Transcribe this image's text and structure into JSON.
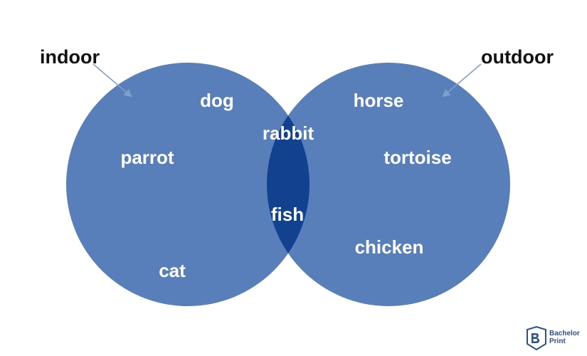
{
  "diagram": {
    "sets": [
      {
        "name": "indoor",
        "items": [
          "dog",
          "parrot",
          "cat"
        ]
      },
      {
        "name": "outdoor",
        "items": [
          "horse",
          "tortoise",
          "chicken"
        ]
      }
    ],
    "intersection": [
      "rabbit",
      "fish"
    ],
    "colors": {
      "circle_fill": "#587fb9",
      "intersection_fill": "#12428f",
      "text": "#ffffff",
      "label": "#111111",
      "arrow": "#7f9fcc"
    }
  },
  "logo": {
    "line1": "Bachelor",
    "line2": "Print",
    "color": "#2f4f88",
    "icon": "bachelorprint-logo-icon"
  }
}
